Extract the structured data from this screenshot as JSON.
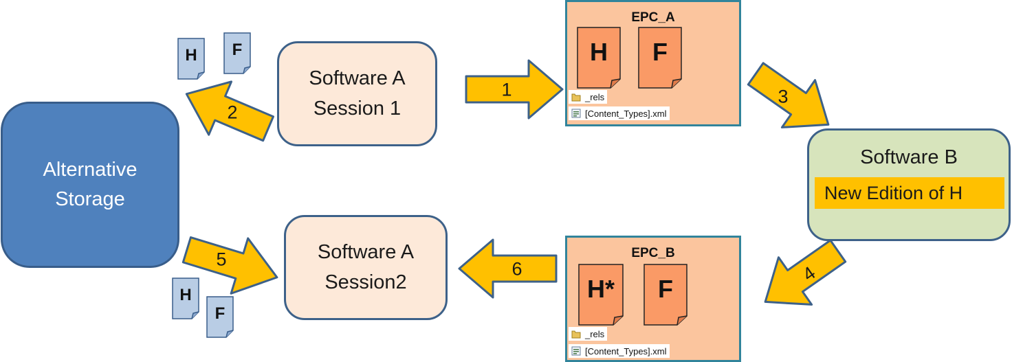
{
  "software_a_session1": {
    "line1": "Software A",
    "line2": "Session 1"
  },
  "software_a_session2": {
    "line1": "Software A",
    "line2": "Session2"
  },
  "alternative_storage": {
    "line1": "Alternative",
    "line2": "Storage"
  },
  "software_b": {
    "title": "Software B",
    "highlight": "New Edition of H"
  },
  "epc_a": {
    "title": "EPC_A",
    "doc1": "H",
    "doc2": "F",
    "rels": "_rels",
    "content_types": "[Content_Types].xml"
  },
  "epc_b": {
    "title": "EPC_B",
    "doc1": "H*",
    "doc2": "F",
    "rels": "_rels",
    "content_types": "[Content_Types].xml"
  },
  "loose_docs_top": {
    "doc1": "H",
    "doc2": "F"
  },
  "loose_docs_bottom": {
    "doc1": "H",
    "doc2": "F"
  },
  "arrows": {
    "a1": "1",
    "a2": "2",
    "a3": "3",
    "a4": "4",
    "a5": "5",
    "a6": "6"
  },
  "colors": {
    "arrow_fill": "#ffc000",
    "arrow_stroke": "#3d6189",
    "storage_fill": "#4f81bd",
    "session_fill": "#fde9d9",
    "software_b_fill": "#d7e4bc",
    "epc_fill": "#fbc59e",
    "doc_fill": "#fa9a66",
    "small_doc_fill": "#b9cde5"
  },
  "icons": [
    "document-icon",
    "folder-icon",
    "xml-file-icon",
    "block-arrow-icon"
  ]
}
